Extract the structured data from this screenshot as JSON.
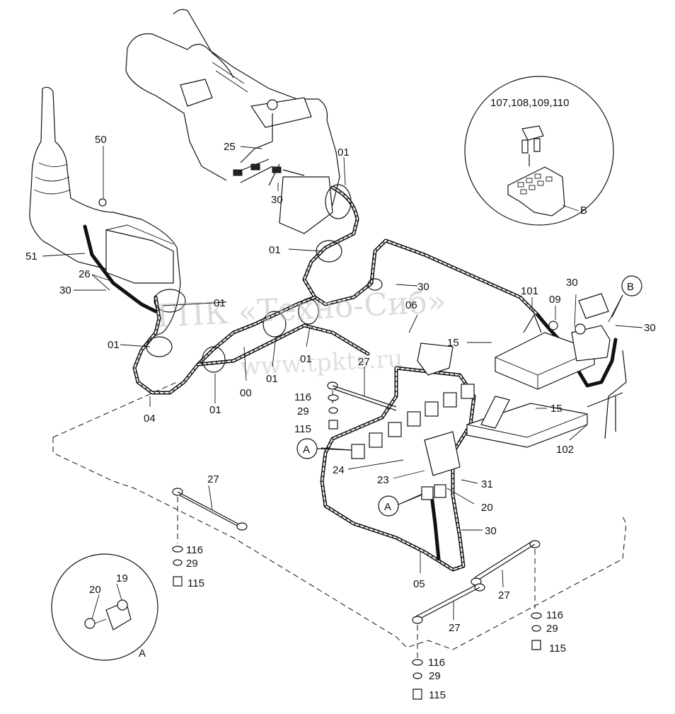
{
  "watermark": {
    "line1": "ГПК «Техно-Сиб»",
    "line2": "www.tpkts.ru"
  },
  "callouts": {
    "c107": "107,108,109,110",
    "c25": "25",
    "c01_a": "01",
    "c01_b": "01",
    "c01_c": "01",
    "c01_d": "01",
    "c01_e": "01",
    "c01_f": "01",
    "c01_g": "01",
    "c30_a": "30",
    "c30_b": "30",
    "c30_c": "30",
    "c30_d": "30",
    "c30_e": "30",
    "c30_f": "30",
    "c50": "50",
    "c51": "51",
    "c26": "26",
    "c06": "06",
    "c15_a": "15",
    "c15_b": "15",
    "c101": "101",
    "c09": "09",
    "c00": "00",
    "c04": "04",
    "c27_a": "27",
    "c27_b": "27",
    "c27_c": "27",
    "c27_d": "27",
    "c116_a": "116",
    "c116_b": "116",
    "c116_c": "116",
    "c116_d": "116",
    "c29_a": "29",
    "c29_b": "29",
    "c29_c": "29",
    "c29_d": "29",
    "c115_a": "115",
    "c115_b": "115",
    "c115_c": "115",
    "c115_d": "115",
    "c24": "24",
    "c23": "23",
    "c31": "31",
    "c20_a": "20",
    "c20_b": "20",
    "c19": "19",
    "c05": "05",
    "c102": "102"
  },
  "detail_markers": {
    "A": "A",
    "B": "B"
  }
}
